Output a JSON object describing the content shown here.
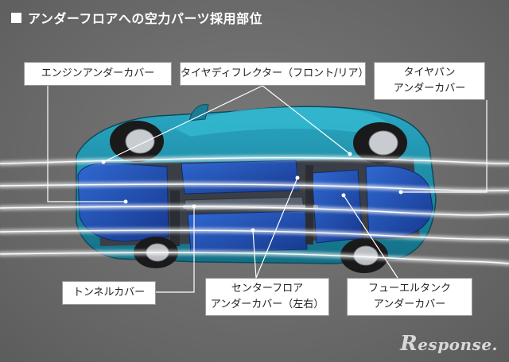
{
  "title": "アンダーフロアへの空力パーツ採用部位",
  "labels": {
    "engine_under_cover": "エンジンアンダーカバー",
    "tire_deflector": "タイヤディフレクター（フロント/リア）",
    "tire_pan_line1": "タイヤパン",
    "tire_pan_line2": "アンダーカバー",
    "tunnel_cover": "トンネルカバー",
    "center_floor_line1": "センターフロア",
    "center_floor_line2": "アンダーカバー（左右）",
    "fuel_tank_line1": "フューエルタンク",
    "fuel_tank_line2": "アンダーカバー"
  },
  "logo": {
    "first_letter": "R",
    "rest": "esponse."
  },
  "colors": {
    "background": "#6e6e6e",
    "body_teal": "#1f8fa8",
    "cover_blue": "#1f4fb4",
    "airflow": "#ffffff",
    "leader_line": "#ffffff"
  }
}
